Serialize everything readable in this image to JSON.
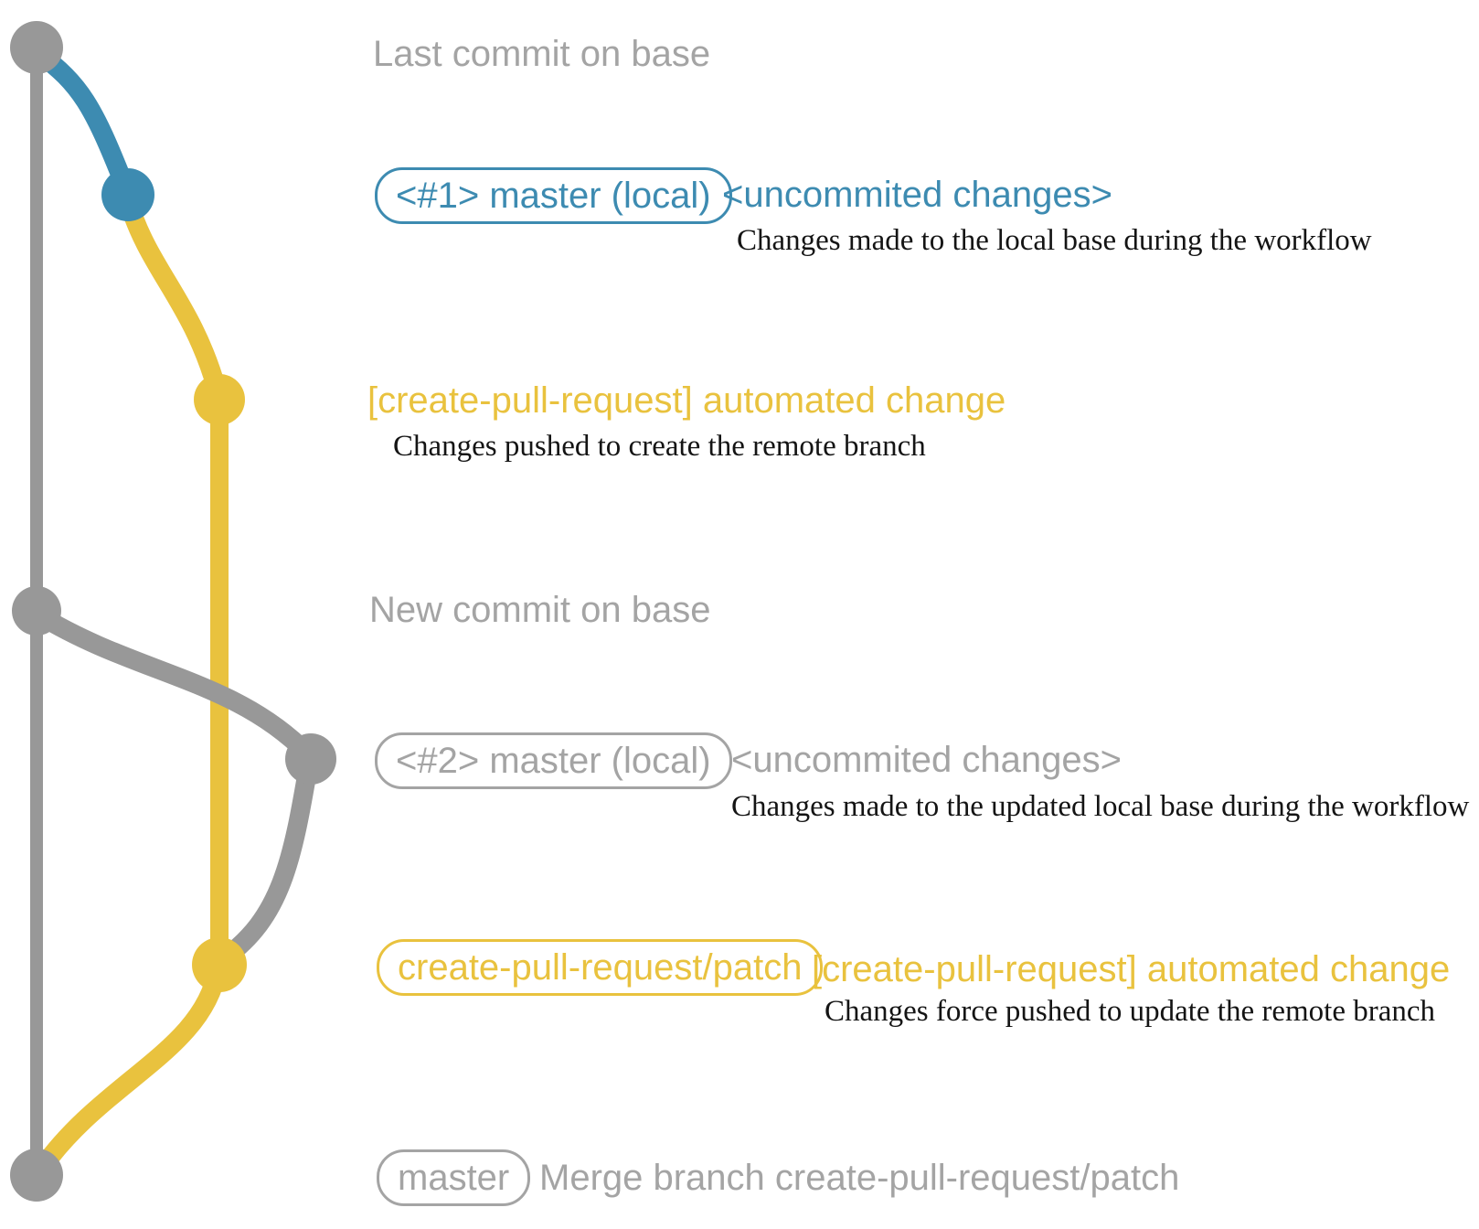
{
  "colors": {
    "graph_gray": "#989898",
    "text_gray": "#a4a4a4",
    "blue": "#3d8bb1",
    "yellow": "#e9c23e",
    "description_black": "#141414",
    "background": "#ffffff"
  },
  "annotations": {
    "last_commit_label": "Last commit on base",
    "new_commit_label": "New commit on base",
    "merge_label": "Merge branch create-pull-request/patch"
  },
  "commits": {
    "commit1": {
      "badge": "<#1> master (local)",
      "message": "<uncommited changes>",
      "description": "Changes made to the local base during the workflow"
    },
    "push1": {
      "message": "[create-pull-request] automated change",
      "description": "Changes pushed to create the remote branch"
    },
    "commit2": {
      "badge": "<#2> master (local)",
      "message": "<uncommited changes>",
      "description": "Changes made to the updated local base during the workflow"
    },
    "push2": {
      "badge": "create-pull-request/patch",
      "message": "[create-pull-request] automated change",
      "description": "Changes force pushed to update the remote branch"
    },
    "merge": {
      "badge": "master"
    }
  },
  "graph": {
    "nodes": [
      {
        "id": "base-last-commit",
        "color": "#989898"
      },
      {
        "id": "local-commit-1",
        "color": "#3d8bb1"
      },
      {
        "id": "patch-commit-1",
        "color": "#e9c23e"
      },
      {
        "id": "base-new-commit",
        "color": "#989898"
      },
      {
        "id": "local-commit-2",
        "color": "#989898"
      },
      {
        "id": "patch-commit-2",
        "color": "#e9c23e"
      },
      {
        "id": "base-merge-commit",
        "color": "#989898"
      }
    ]
  }
}
